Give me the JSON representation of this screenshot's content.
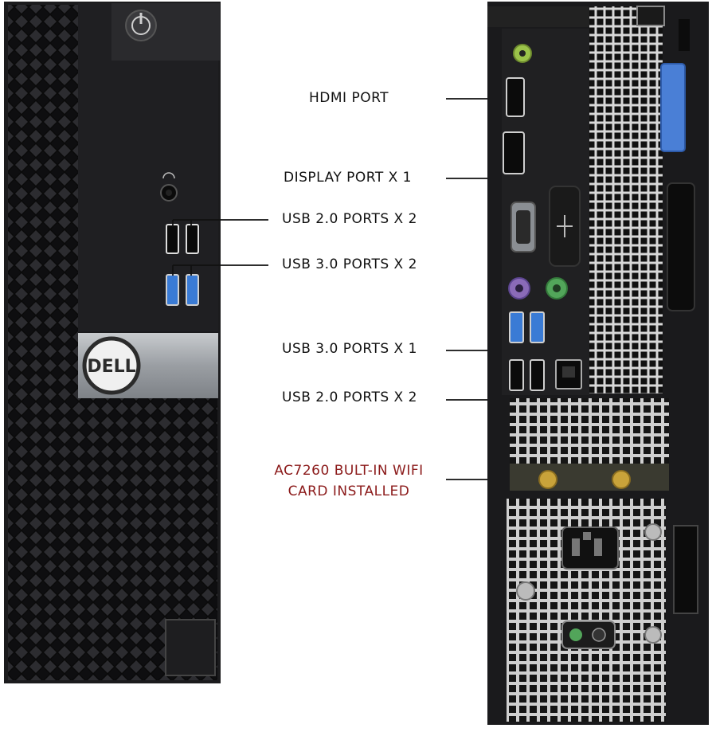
{
  "brand": {
    "logo_text": "DELL",
    "logo_color": "#2b2b2b"
  },
  "colors": {
    "chassis": "#1c1c1e",
    "panel": "#232325",
    "silver": "#9a9ea3",
    "usb3_blue": "#3a7bd5",
    "keyboard_purple": "#8a6bb8",
    "mouse_green": "#52a55a",
    "audio_green": "#9bc34a",
    "latch_blue": "#4a7fd6",
    "gold": "#c9a33a",
    "callout_dark": "#111111",
    "callout_red": "#8b1a1a"
  },
  "icons": {
    "power": "power-icon",
    "headphone": "headphone-icon",
    "usb": "usb-icon",
    "network": "network-icon"
  },
  "callouts": {
    "hdmi": "HDMI PORT",
    "displayport": "DISPLAY PORT X 1",
    "front_usb2": "USB 2.0 PORTS X 2",
    "front_usb3": "USB 3.0 PORTS X 2",
    "rear_usb3": "USB 3.0 PORTS X 1",
    "rear_usb2": "USB 2.0 PORTS X 2",
    "wifi_line1": "AC7260 BULT-IN WIFI",
    "wifi_line2": "CARD INSTALLED"
  }
}
